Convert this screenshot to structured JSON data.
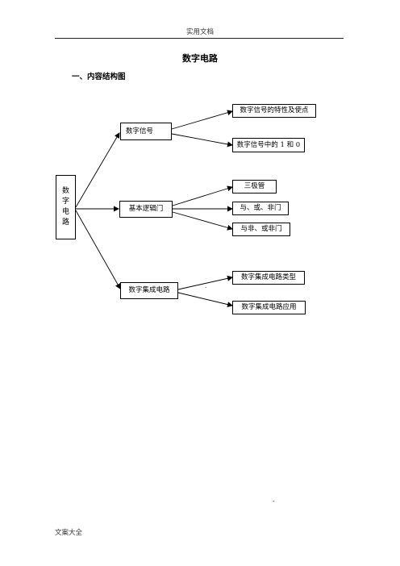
{
  "header": {
    "text": "实用文档"
  },
  "document": {
    "title": "数字电路",
    "section_heading": "一、内容结构图"
  },
  "diagram": {
    "root": {
      "chars": [
        "数",
        "字",
        "电",
        "路"
      ]
    },
    "branches": [
      {
        "label": "数字信号",
        "children": [
          "数字信号的特性及使点",
          "数字信号中的 1 和 0"
        ]
      },
      {
        "label": "基本逻辑门",
        "children": [
          "三极管",
          "与、或、非门",
          "与非、或非门"
        ]
      },
      {
        "label": "数字集成电路",
        "children": [
          "数字集成电路类型",
          "数字集成电路应用"
        ]
      }
    ],
    "stray_mark": "."
  },
  "page_mark": "-",
  "footer": {
    "text": "文案大全"
  }
}
